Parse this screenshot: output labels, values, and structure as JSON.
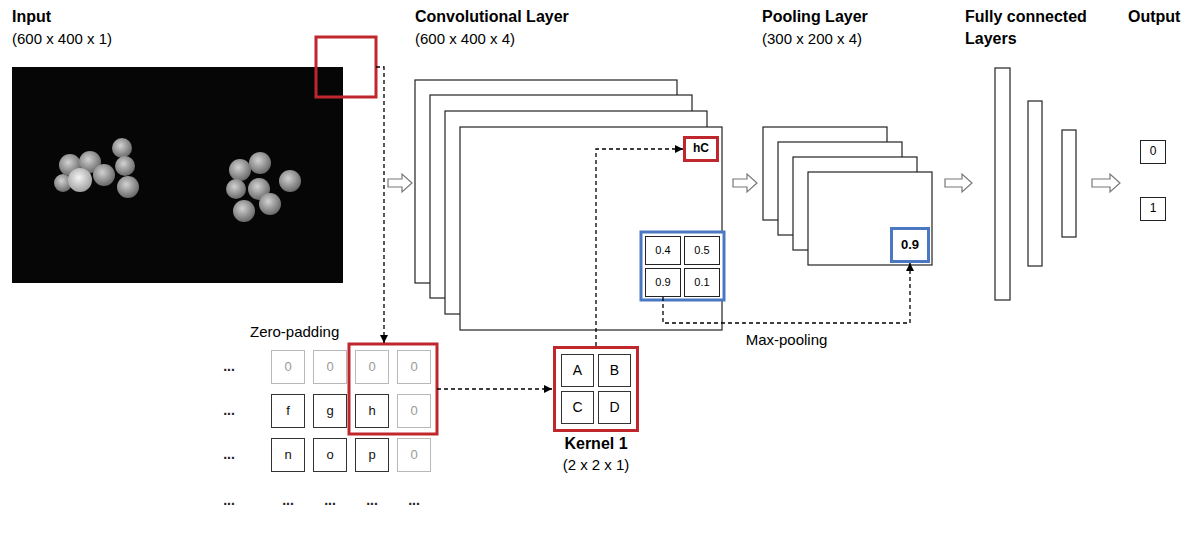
{
  "diagram": {
    "nodes": [
      {
        "text": [
          "hC"
        ]
      },
      {
        "text": [
          "0.4"
        ]
      },
      {
        "text": [
          "0.5"
        ]
      },
      {
        "text": [
          "0.9"
        ]
      },
      {
        "text": [
          "0.1"
        ]
      },
      {
        "text": [
          "0.9"
        ]
      },
      {
        "text": [
          "0"
        ]
      },
      {
        "text": [
          "1"
        ]
      },
      {
        "text": [
          "0"
        ]
      },
      {
        "text": [
          "0"
        ]
      },
      {
        "text": [
          "0"
        ]
      },
      {
        "text": [
          "0"
        ]
      },
      {
        "text": [
          "f"
        ]
      },
      {
        "text": [
          "g"
        ]
      },
      {
        "text": [
          "h"
        ]
      },
      {
        "text": [
          "0"
        ]
      },
      {
        "text": [
          "n"
        ]
      },
      {
        "text": [
          "o"
        ]
      },
      {
        "text": [
          "p"
        ]
      },
      {
        "text": [
          "0"
        ]
      },
      {
        "text": [
          "Kernel 1",
          "(2 x 2 x 1)"
        ]
      },
      {
        "text": [
          "A"
        ],
        "in": 20
      },
      {
        "text": [
          "B"
        ],
        "in": 20
      },
      {
        "text": [
          "C"
        ],
        "in": 20
      },
      {
        "text": [
          "D"
        ],
        "in": 20
      }
    ],
    "edges": [
      {
        "from": 20,
        "to": 0,
        "arrow": "to"
      },
      {
        "from": 3,
        "to": 5,
        "label": "Max-pooling",
        "arrow": "to"
      }
    ],
    "labels": [
      "Input",
      "(600 x 400 x 1)",
      "Convolutional Layer",
      "(600 x 400 x 4)",
      "Pooling Layer",
      "(300 x 200 x 4)",
      "Fully connected Layers",
      "Output",
      "Zero-padding",
      "...",
      "...",
      "...",
      "...",
      "...",
      "...",
      "...",
      "..."
    ]
  }
}
